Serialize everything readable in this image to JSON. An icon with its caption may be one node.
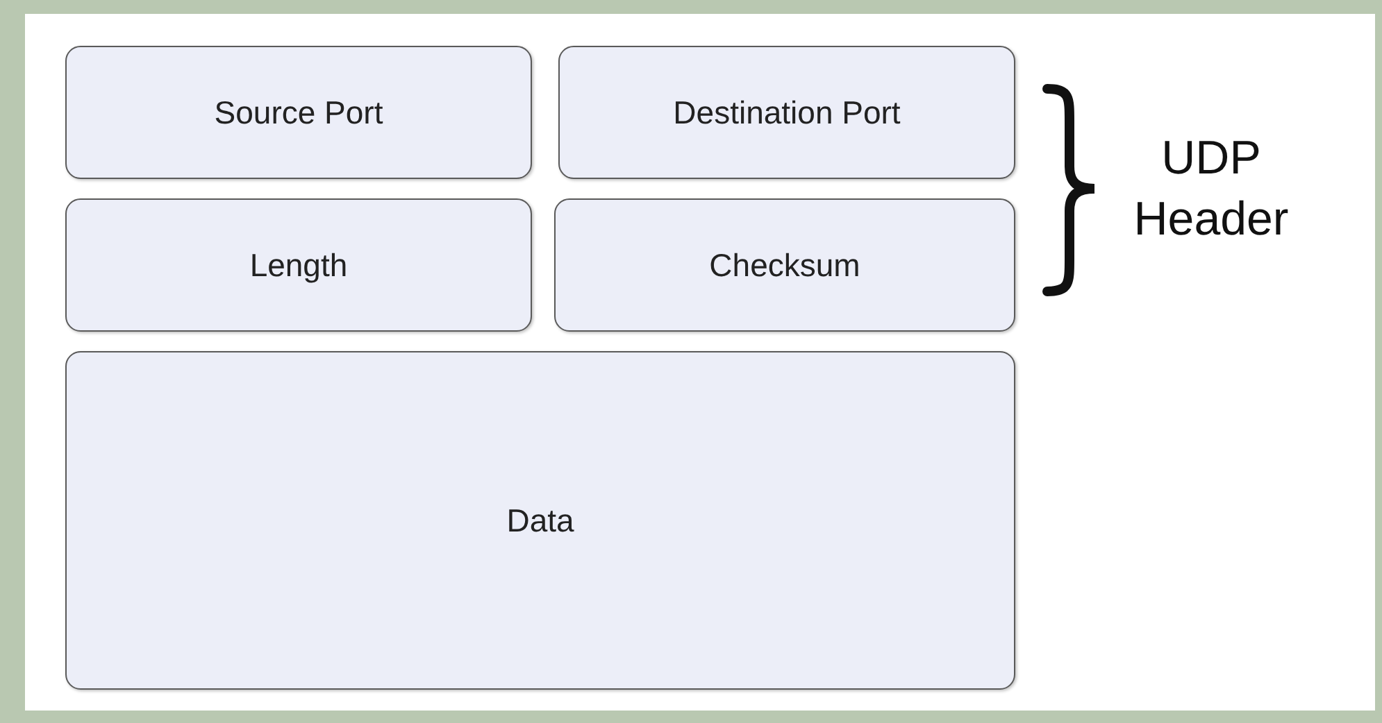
{
  "diagram": {
    "nodes": [
      {
        "text": [
          "Source Port"
        ]
      },
      {
        "text": [
          "Destination Port"
        ]
      },
      {
        "text": [
          "Length"
        ]
      },
      {
        "text": [
          "Checksum"
        ]
      },
      {
        "text": [
          "Data"
        ]
      }
    ],
    "labels": [
      "UDP Header"
    ]
  }
}
